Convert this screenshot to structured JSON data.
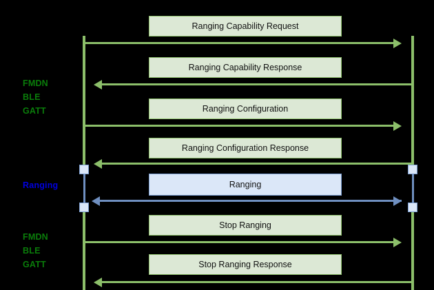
{
  "diagram": {
    "type": "sequence-diagram",
    "background_color": "#000000",
    "colors": {
      "green_line": "#8cbf6a",
      "green_box_fill": "#dce8d5",
      "green_label_text": "#0a7d0a",
      "blue_line": "#6f8fc0",
      "blue_box_fill": "#dbe7f8",
      "blue_label_text": "#0000dd",
      "message_text": "#111111"
    },
    "phase_labels": [
      {
        "id": "phase-fmdn-top",
        "text": "FMDN\nBLE\nGATT",
        "color": "green"
      },
      {
        "id": "phase-ranging",
        "text": "Ranging",
        "color": "blue"
      },
      {
        "id": "phase-fmdn-bottom",
        "text": "FMDN\nBLE\nGATT",
        "color": "green"
      }
    ],
    "lifelines": [
      {
        "id": "lifeline-left",
        "side": "left"
      },
      {
        "id": "lifeline-right",
        "side": "right"
      }
    ],
    "messages": [
      {
        "id": "msg-1",
        "label": "Ranging Capability Request",
        "direction": "right",
        "style": "green"
      },
      {
        "id": "msg-2",
        "label": "Ranging Capability Response",
        "direction": "left",
        "style": "green"
      },
      {
        "id": "msg-3",
        "label": "Ranging Configuration",
        "direction": "right",
        "style": "green"
      },
      {
        "id": "msg-4",
        "label": "Ranging Configuration Response",
        "direction": "left",
        "style": "green"
      },
      {
        "id": "msg-5",
        "label": "Ranging",
        "direction": "both",
        "style": "blue"
      },
      {
        "id": "msg-6",
        "label": "Stop Ranging",
        "direction": "right",
        "style": "green"
      },
      {
        "id": "msg-7",
        "label": "Stop Ranging Response",
        "direction": "left",
        "style": "green"
      }
    ]
  }
}
